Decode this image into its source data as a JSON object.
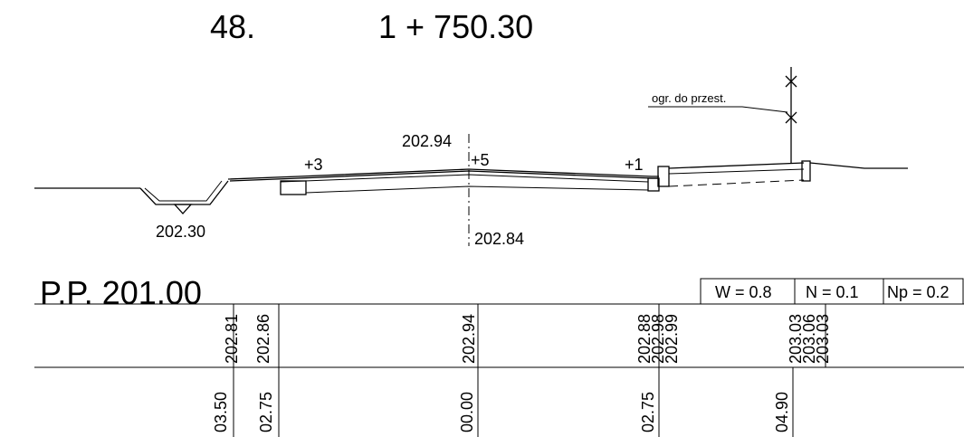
{
  "header": {
    "cross_section_number": "48.",
    "chainage": "1 + 750.30"
  },
  "profile": {
    "ditch_level": "202.30",
    "axis_top_level": "202.94",
    "axis_bottom_level": "202.84",
    "slope_left": "+3",
    "slope_axis": "+5",
    "slope_right": "+1",
    "fence_label": "ogr. do przest."
  },
  "band": {
    "datum": "P.P. 201.00",
    "params": [
      {
        "label": "W = 0.8"
      },
      {
        "label": "N = 0.1"
      },
      {
        "label": "Np = 0.2"
      }
    ],
    "elevations": [
      {
        "text": "202.81"
      },
      {
        "text": "202.86"
      },
      {
        "text": "202.94"
      },
      {
        "text": "202.88"
      },
      {
        "text": "202.98"
      },
      {
        "text": "202.99"
      },
      {
        "text": "203.03"
      },
      {
        "text": "203.06"
      },
      {
        "text": "203.03"
      }
    ],
    "distances": [
      {
        "text": "03.50"
      },
      {
        "text": "02.75"
      },
      {
        "text": "00.00"
      },
      {
        "text": "02.75"
      },
      {
        "text": "04.90"
      }
    ]
  }
}
